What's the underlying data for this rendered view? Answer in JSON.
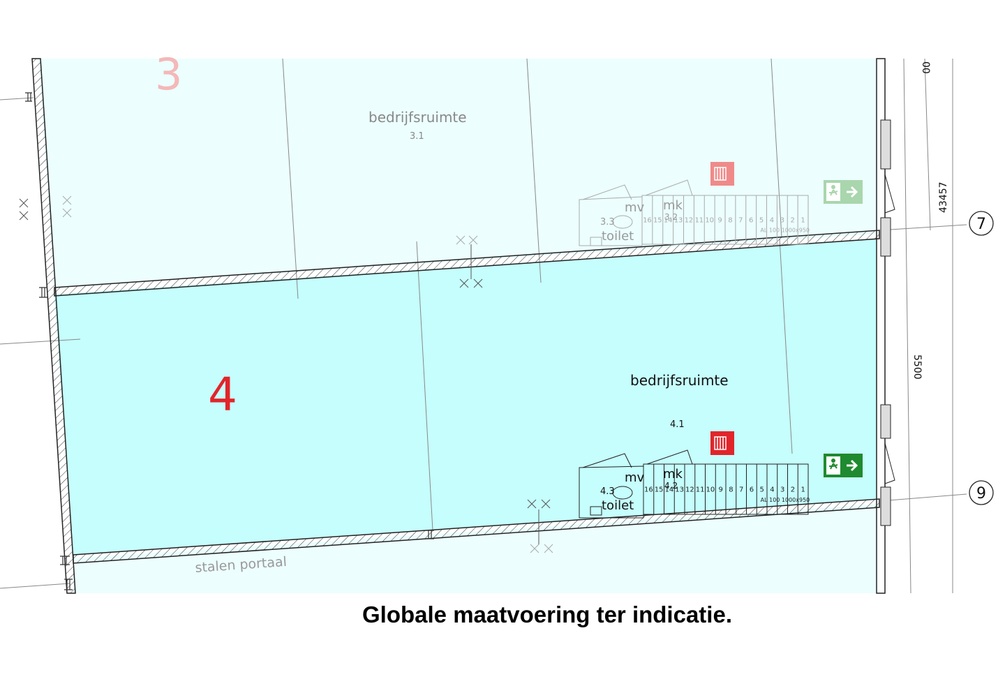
{
  "unit_upper": {
    "number": "3",
    "room_name": "bedrijfsruimte",
    "room_code": "3.1",
    "toilet_code": "3.3",
    "toilet_label": "toilet",
    "mv_label": "mv",
    "mk_label": "mk",
    "mk_code": "3.2"
  },
  "unit_main": {
    "number": "4",
    "room_name": "bedrijfsruimte",
    "room_code": "4.1",
    "toilet_code": "4.3",
    "toilet_label": "toilet",
    "mv_label": "mv",
    "mk_label": "mk",
    "mk_code": "4.2"
  },
  "stair_steps": [
    "16",
    "15",
    "14",
    "13",
    "12",
    "11",
    "10",
    "9",
    "8",
    "7",
    "6",
    "5",
    "4",
    "3",
    "2",
    "1"
  ],
  "stair_note": "AL 100",
  "stair_note2": "1000x950",
  "dimensions": {
    "top": "00",
    "upper": "43457",
    "main": "5500"
  },
  "grid_markers": [
    "7",
    "9"
  ],
  "structure_label": "stalen portaal",
  "caption": "Globale maatvoering ter indicatie.",
  "colors": {
    "main_fill": "#c6fdfd",
    "neighbor_fill": "#ecfefe",
    "unit_number_main": "#e1252a",
    "unit_number_upper": "#f4b8b8",
    "exit_sign": "#1f8a2f",
    "exit_sign_faded": "#a9d6ad",
    "fire_hose": "#e1252a",
    "fire_hose_faded": "#f08a8a"
  }
}
